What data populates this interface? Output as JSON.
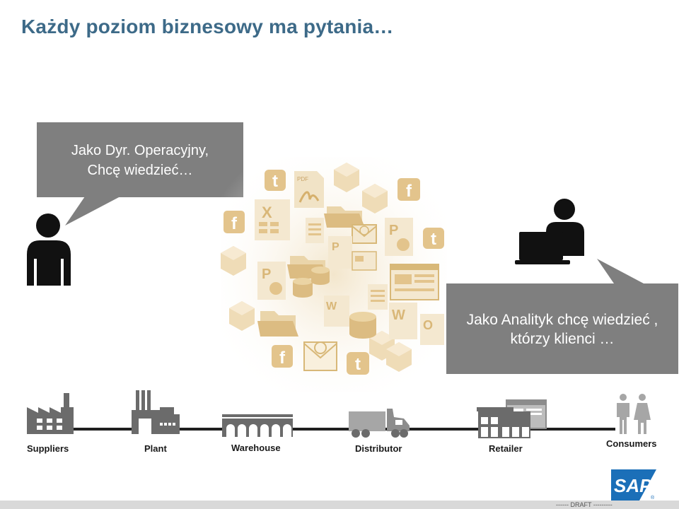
{
  "slide": {
    "title": "Każdy poziom biznesowy ma pytania…"
  },
  "bubbles": {
    "ops_line1": "Jako Dyr. Operacyjny,",
    "ops_line2": "Chcę wiedzieć…",
    "analyst_line1": "Jako Analityk chcę wiedzieć ,",
    "analyst_line2": "którzy klienci …"
  },
  "supply_chain": {
    "suppliers": "Suppliers",
    "plant": "Plant",
    "warehouse": "Warehouse",
    "distributor": "Distributor",
    "retailer": "Retailer",
    "consumers": "Consumers"
  },
  "footer": {
    "draft": "------ DRAFT ---------",
    "logo_text": "SAP"
  },
  "colors": {
    "title": "#3d6a88",
    "bubble": "#7f7f7f",
    "icon_gold": "#e3c48c",
    "icon_dark": "#1a1a1a",
    "chain_gray": "#6b6b6b"
  }
}
